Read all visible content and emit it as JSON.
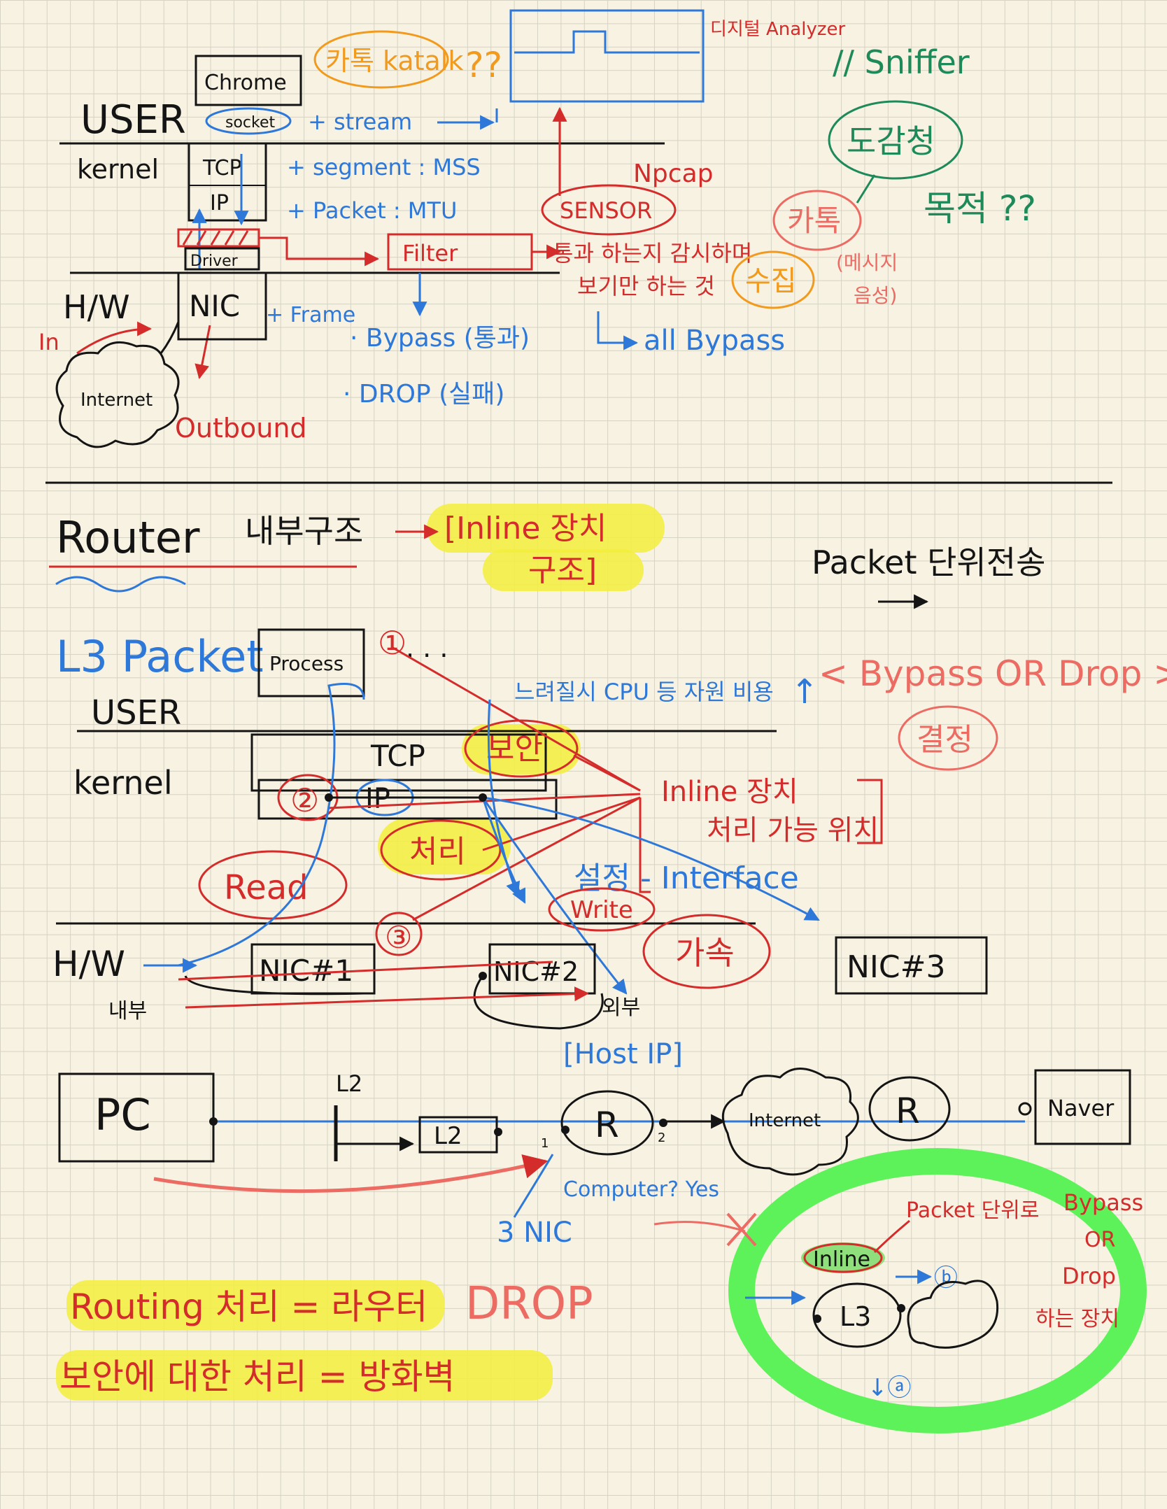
{
  "colors": {
    "ink": "#141414",
    "red": "#d42b2b",
    "blue": "#2d78d8",
    "orange": "#f19a1e",
    "green": "#1e8a5a",
    "highlight_yellow": "#f3ee3c",
    "highlight_green": "#5ef25a",
    "salmon": "#ec6b63"
  },
  "top": {
    "user": "USER",
    "kernel": "kernel",
    "hw": "H/W",
    "in": "In",
    "internet": "Internet",
    "outbound": "Outbound",
    "chrome": "Chrome",
    "socket": "socket",
    "tcp": "TCP",
    "ip": "IP",
    "driver": "Driver",
    "nic": "NIC",
    "katalk": "카톡 katalk",
    "qq": "??",
    "digital_analyzer": "디지털 Analyzer",
    "sniffer": "// Sniffer",
    "stream": "+ stream",
    "segment": "+ segment : MSS",
    "packet": "+ Packet : MTU",
    "frame": "+ Frame",
    "npcap": "Npcap",
    "sensor": "SENSOR",
    "filter": "Filter",
    "pass_line1": "통과 하는지 감시하며",
    "pass_line2": "보기만 하는 것",
    "collect": "수집",
    "bypass": "· Bypass (통과)",
    "drop": "· DROP (실패)",
    "all_bypass": "all Bypass",
    "wiretap": "도감청",
    "purpose": "목적 ??",
    "katok": "카톡",
    "message_voice1": "(메시지",
    "message_voice2": "음성)"
  },
  "router": {
    "title": "Router",
    "inner": "내부구조",
    "inline_structure1": "[Inline 장치",
    "inline_structure2": "구조]",
    "packet_unit": "Packet 단위전송",
    "l3_packet": "L3 Packet",
    "process": "Process",
    "num1": "①",
    "dots": "· · ·",
    "user": "USER",
    "kernel": "kernel",
    "hw": "H/W",
    "tcp": "TCP",
    "ip": "IP",
    "slowdown": "느려질시 CPU 등 자원 비용",
    "up_arrow": "↑",
    "bypass_or_drop": "< Bypass OR Drop >",
    "decide": "결정",
    "security": "보안",
    "inline_pos1": "Inline 장치",
    "inline_pos2": "처리 가능 위치",
    "num2": "②",
    "process_korean": "처리",
    "read": "Read",
    "setting_interface": "설정 - Interface",
    "write": "Write",
    "num3": "③",
    "accel": "가속",
    "nic1": "NIC#1",
    "nic2": "NIC#2",
    "nic3": "NIC#3",
    "internal": "내부",
    "external": "외부",
    "host_ip": "[Host IP]"
  },
  "network": {
    "pc": "PC",
    "l2_label": "L2",
    "l2_box": "L2",
    "router_r": "R",
    "port1": "1",
    "port2": "2",
    "internet": "Internet",
    "router_r2": "R",
    "naver": "Naver",
    "computer_yes": "Computer? Yes",
    "three_nic": "3 NIC"
  },
  "bottom": {
    "routing": "Routing 처리 = 라우터",
    "drop": "DROP",
    "security_line": "보안에 대한 처리 = 방화벽",
    "packet_unit": "Packet 단위로",
    "bypass": "Bypass",
    "or": "OR",
    "drop2": "Drop",
    "device": "하는 장치",
    "inline": "Inline",
    "b": "ⓑ",
    "l3": "L3",
    "a": "↓ⓐ"
  }
}
